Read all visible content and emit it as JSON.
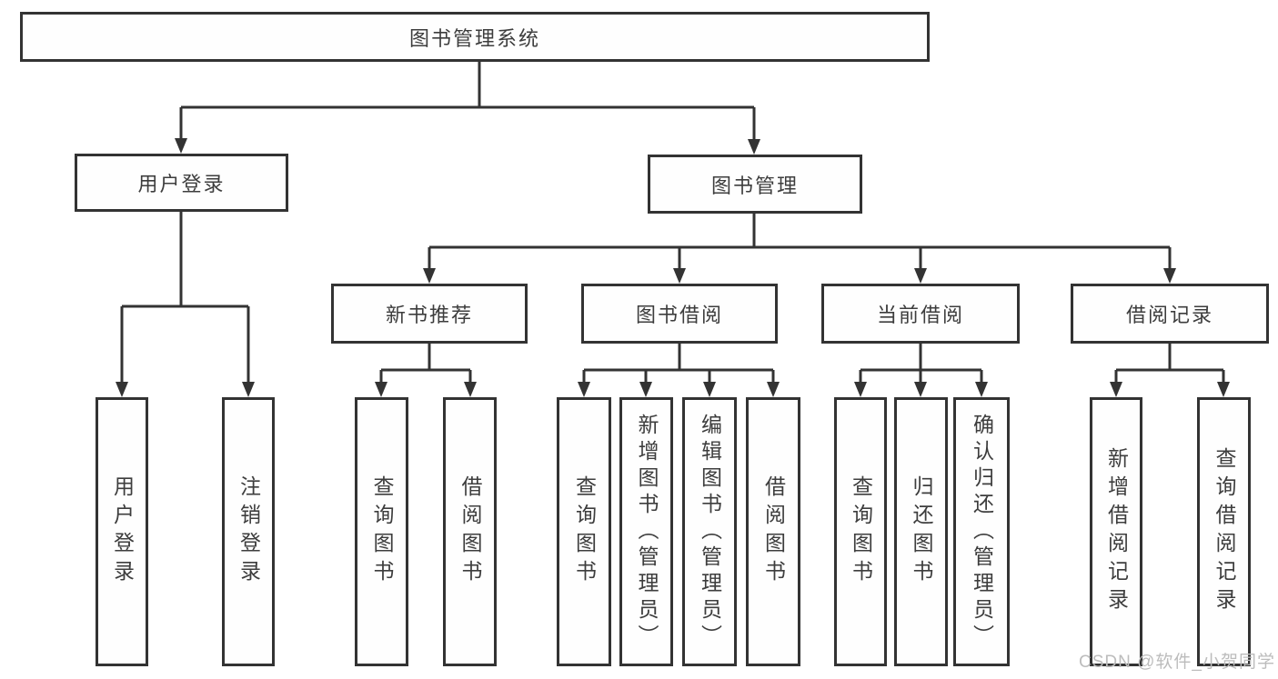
{
  "diagram": {
    "root": {
      "label": "图书管理系统"
    },
    "level2": [
      {
        "label": "用户登录"
      },
      {
        "label": "图书管理"
      }
    ],
    "level3": [
      {
        "label": "新书推荐",
        "children": [
          "查询图书",
          "借阅图书"
        ]
      },
      {
        "label": "图书借阅",
        "children": [
          "查询图书",
          "新增图书（管理员）",
          "编辑图书（管理员）",
          "借阅图书"
        ]
      },
      {
        "label": "当前借阅",
        "children": [
          "查询图书",
          "归还图书",
          "确认归还（管理员）"
        ]
      },
      {
        "label": "借阅记录",
        "children": [
          "新增借阅记录",
          "查询借阅记录"
        ]
      }
    ],
    "user_login_children": [
      "用户登录",
      "注销登录"
    ]
  },
  "watermark": {
    "text": "CSDN @软件_小贺同学"
  },
  "colors": {
    "line": "#333333",
    "text": "#3d3d3d",
    "background": "#ffffff",
    "watermark": "#bcbcbc"
  }
}
